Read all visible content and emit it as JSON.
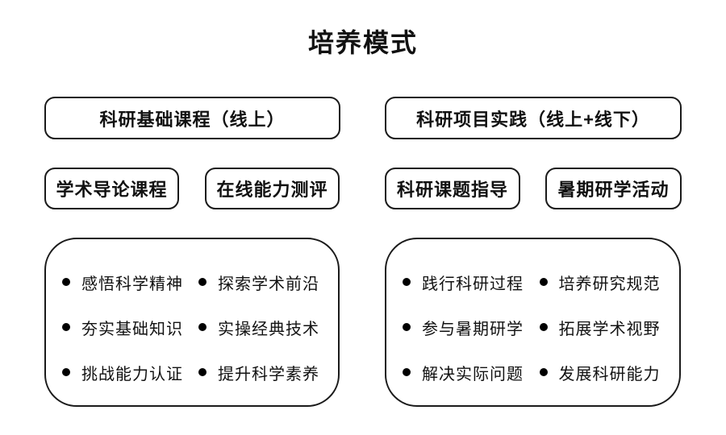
{
  "title": "培养模式",
  "colors": {
    "background": "#ffffff",
    "border": "#1a1a1a",
    "text": "#111111",
    "bullet": "#000000"
  },
  "left_group": {
    "header": "科研基础课程（线上）",
    "sub_boxes": [
      "学术导论课程",
      "在线能力测评"
    ],
    "bullets": [
      "感悟科学精神",
      "探索学术前沿",
      "夯实基础知识",
      "实操经典技术",
      "挑战能力认证",
      "提升科学素养"
    ]
  },
  "right_group": {
    "header": "科研项目实践（线上+线下）",
    "sub_boxes": [
      "科研课题指导",
      "暑期研学活动"
    ],
    "bullets": [
      "践行科研过程",
      "培养研究规范",
      "参与暑期研学",
      "拓展学术视野",
      "解决实际问题",
      "发展科研能力"
    ]
  }
}
